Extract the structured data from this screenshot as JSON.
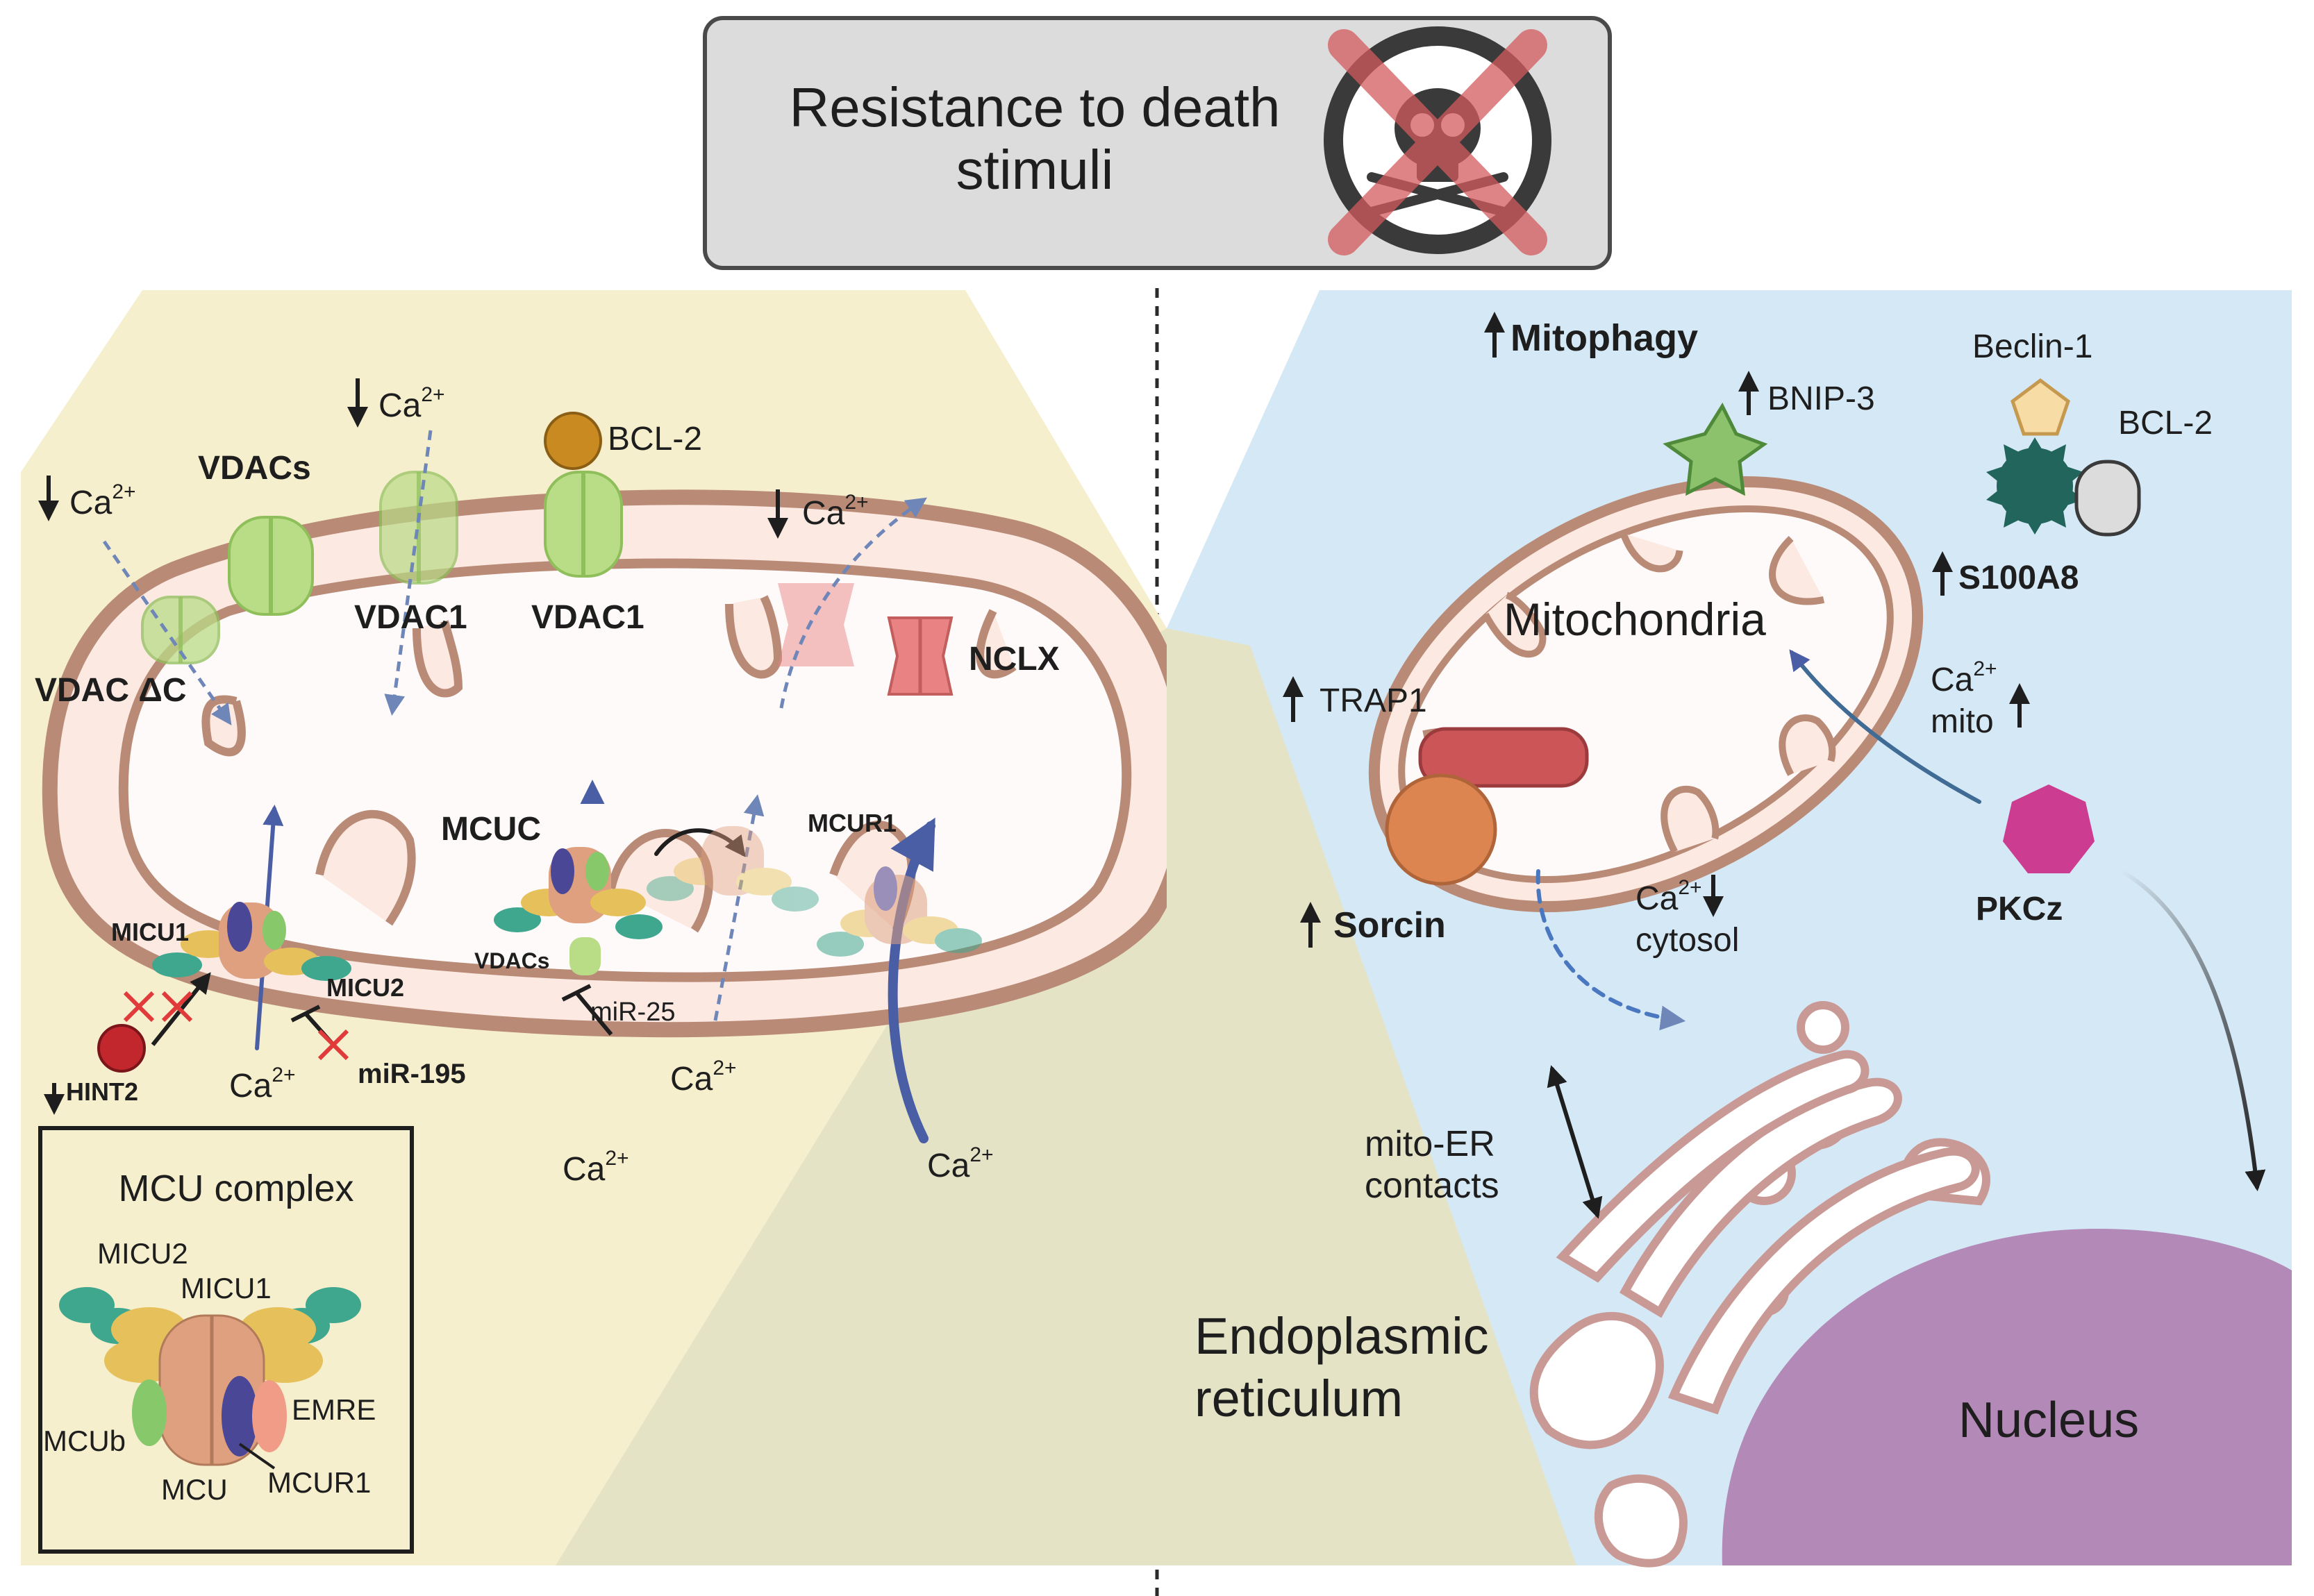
{
  "header": {
    "title_line1": "Resistance to death",
    "title_line2": "stimuli"
  },
  "left": {
    "ca_top_left": "Ca",
    "ca_top_mid": "Ca",
    "ca_top_right": "Ca",
    "ca_bottom_1": "Ca",
    "ca_bottom_2": "Ca",
    "ca_bottom_3": "Ca",
    "ca_bottom_4": "Ca",
    "ca_super": "2+",
    "vdacs": "VDACs",
    "vdac_dc": "VDAC ΔC",
    "vdac1_a": "VDAC1",
    "vdac1_b": "VDAC1",
    "bcl2": "BCL-2",
    "nclx": "NCLX",
    "mcuc": "MCUC",
    "mcur1": "MCUR1",
    "micu1": "MICU1",
    "micu2": "MICU2",
    "vdacs_small": "VDACs",
    "mir25": "miR-25",
    "mir195": "miR-195",
    "hint2": "HINT2"
  },
  "inset": {
    "title": "MCU complex",
    "micu2": "MICU2",
    "micu1": "MICU1",
    "mcub": "MCUb",
    "mcu": "MCU",
    "mcur1": "MCUR1",
    "emre": "EMRE"
  },
  "right": {
    "mitophagy": "Mitophagy",
    "bnip3": "BNIP-3",
    "beclin1": "Beclin-1",
    "bcl2": "BCL-2",
    "s100a8": "S100A8",
    "mitochondria": "Mitochondria",
    "trap1": "TRAP1",
    "ca_mito_1": "Ca",
    "ca_mito_2": "mito",
    "ca_cyto_1": "Ca",
    "ca_cyto_2": "cytosol",
    "ca_super": "2+",
    "sorcin": "Sorcin",
    "pkcz": "PKCz",
    "mito_er_1": "mito-ER",
    "mito_er_2": "contacts",
    "er_1": "Endoplasmic",
    "er_2": "reticulum",
    "nucleus": "Nucleus"
  },
  "colors": {
    "left_panel": "#f6efcd",
    "left_shadow": "#e5e3c6",
    "right_panel": "#d5e8f5",
    "mito_outer": "#b98a76",
    "mito_fill": "#fbe9e2",
    "mito_inner_fill": "#fffafa",
    "nucleus": "#b389b8",
    "pkcz": "#cc3d91",
    "ca_arrow": "#4a5ea5",
    "vdac": "#b9dc86",
    "nclx": "#e98383",
    "micu1": "#e6c15b",
    "micu2": "#3fa78d",
    "mcu": "#dea07f",
    "mcur1": "#4a4796",
    "emre": "#f19c87",
    "mcub": "#87c86b"
  }
}
